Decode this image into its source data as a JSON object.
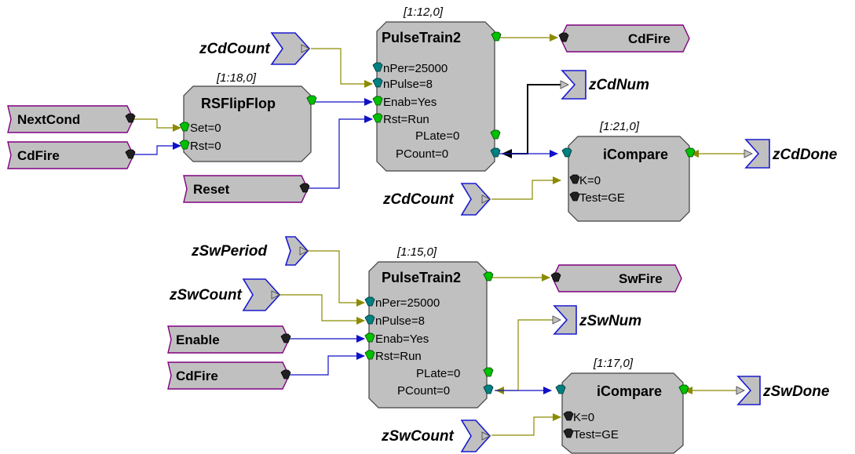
{
  "ports_in": {
    "next_cond": "NextCond",
    "cd_fire_a": "CdFire",
    "reset": "Reset",
    "enable": "Enable",
    "cd_fire_b": "CdFire"
  },
  "ports_out": {
    "cd_fire": "CdFire",
    "sw_fire": "SwFire"
  },
  "tags": {
    "zcdcount_a": "zCdCount",
    "zcdnum": "zCdNum",
    "zcdcount_b": "zCdCount",
    "zcddone": "zCdDone",
    "zswperiod": "zSwPeriod",
    "zswcount_a": "zSwCount",
    "zswnum": "zSwNum",
    "zswcount_b": "zSwCount",
    "zswdone": "zSwDone"
  },
  "blocks": {
    "rsflipflop": {
      "index": "[1:18,0]",
      "title": "RSFlipFlop",
      "ports": [
        "Set=0",
        "Rst=0"
      ]
    },
    "pulsetrain_top": {
      "index": "[1:12,0]",
      "title": "PulseTrain2",
      "in_ports": [
        "nPer=25000",
        "nPulse=8",
        "Enab=Yes",
        "Rst=Run"
      ],
      "out_ports": [
        "PLate=0",
        "PCount=0"
      ]
    },
    "icompare_top": {
      "index": "[1:21,0]",
      "title": "iCompare",
      "ports": [
        "K=0",
        "Test=GE"
      ]
    },
    "pulsetrain_bottom": {
      "index": "[1:15,0]",
      "title": "PulseTrain2",
      "in_ports": [
        "nPer=25000",
        "nPulse=8",
        "Enab=Yes",
        "Rst=Run"
      ],
      "out_ports": [
        "PLate=0",
        "PCount=0"
      ]
    },
    "icompare_bottom": {
      "index": "[1:17,0]",
      "title": "iCompare",
      "ports": [
        "K=0",
        "Test=GE"
      ]
    }
  },
  "colors": {
    "block_fill": "#c0c0c0",
    "wire_digital": "#1010c8",
    "wire_integer": "#8b8b00",
    "wire_strobe": "#000000",
    "port_border": "#800080",
    "tag_border": "#1a1ad0",
    "pin_logic": "#00c000",
    "pin_int": "#008080"
  }
}
